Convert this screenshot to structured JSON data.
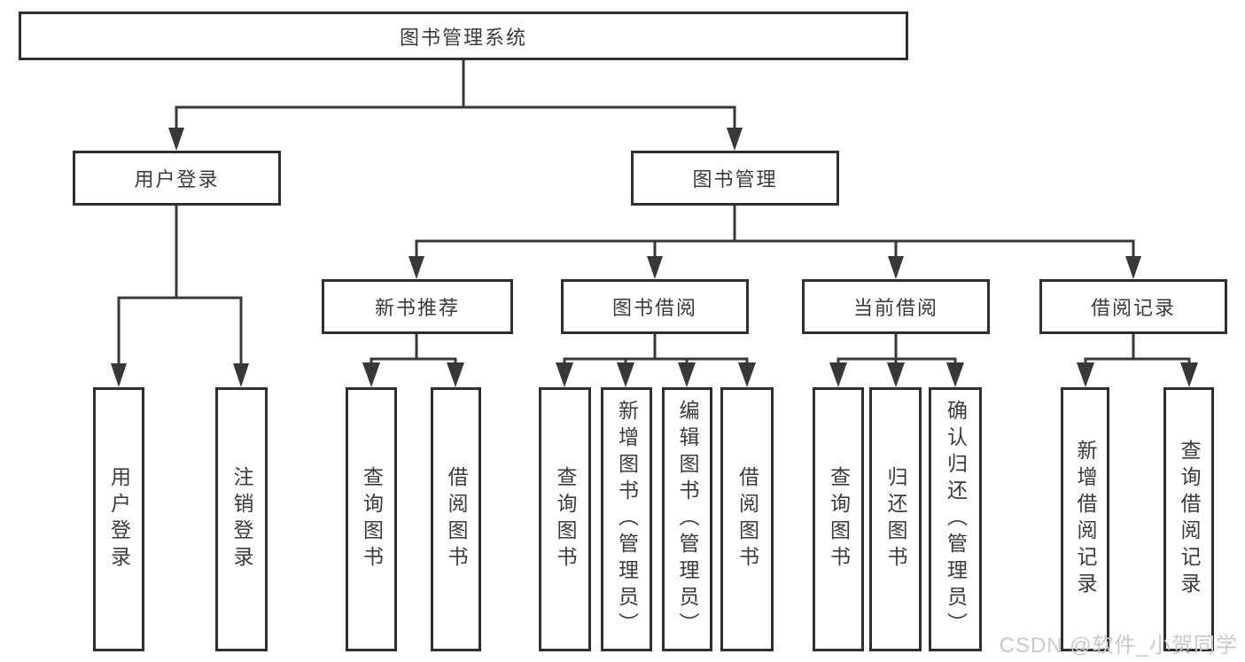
{
  "colors": {
    "line": "#383838",
    "box_border": "#2f2f2f",
    "text": "#3b3b3b",
    "watermark": "#c9c9c9",
    "background": "#ffffff"
  },
  "watermark": "CSDN @软件_小贺同学",
  "tree": {
    "root": {
      "label": "图书管理系统",
      "children": [
        {
          "label": "用户登录",
          "children": [
            {
              "label": "用户登录"
            },
            {
              "label": "注销登录"
            }
          ]
        },
        {
          "label": "图书管理",
          "children": [
            {
              "label": "新书推荐",
              "children": [
                {
                  "label": "查询图书"
                },
                {
                  "label": "借阅图书"
                }
              ]
            },
            {
              "label": "图书借阅",
              "children": [
                {
                  "label": "查询图书"
                },
                {
                  "label": "新增图书（管理员）"
                },
                {
                  "label": "编辑图书（管理员）"
                },
                {
                  "label": "借阅图书"
                }
              ]
            },
            {
              "label": "当前借阅",
              "children": [
                {
                  "label": "查询图书"
                },
                {
                  "label": "归还图书"
                },
                {
                  "label": "确认归还（管理员）"
                }
              ]
            },
            {
              "label": "借阅记录",
              "children": [
                {
                  "label": "新增借阅记录"
                },
                {
                  "label": "查询借阅记录"
                }
              ]
            }
          ]
        }
      ]
    }
  }
}
